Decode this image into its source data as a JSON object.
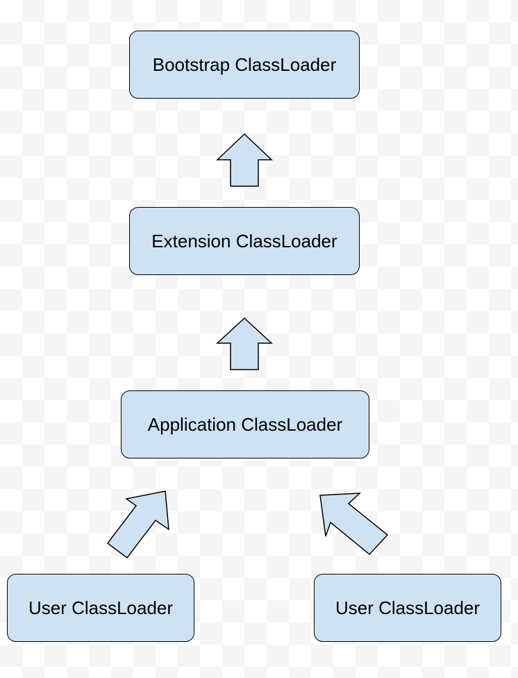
{
  "nodes": {
    "bootstrap": "Bootstrap ClassLoader",
    "extension": "Extension ClassLoader",
    "application": "Application ClassLoader",
    "user_left": "User ClassLoader",
    "user_right": "User ClassLoader"
  },
  "colors": {
    "node_fill": "#cfe2f3",
    "stroke": "#000000"
  },
  "arrows": [
    {
      "from": "extension",
      "to": "bootstrap",
      "icon": "up-arrow-icon"
    },
    {
      "from": "application",
      "to": "extension",
      "icon": "up-arrow-icon"
    },
    {
      "from": "user_left",
      "to": "application",
      "icon": "diagonal-up-right-arrow-icon"
    },
    {
      "from": "user_right",
      "to": "application",
      "icon": "diagonal-up-left-arrow-icon"
    }
  ]
}
